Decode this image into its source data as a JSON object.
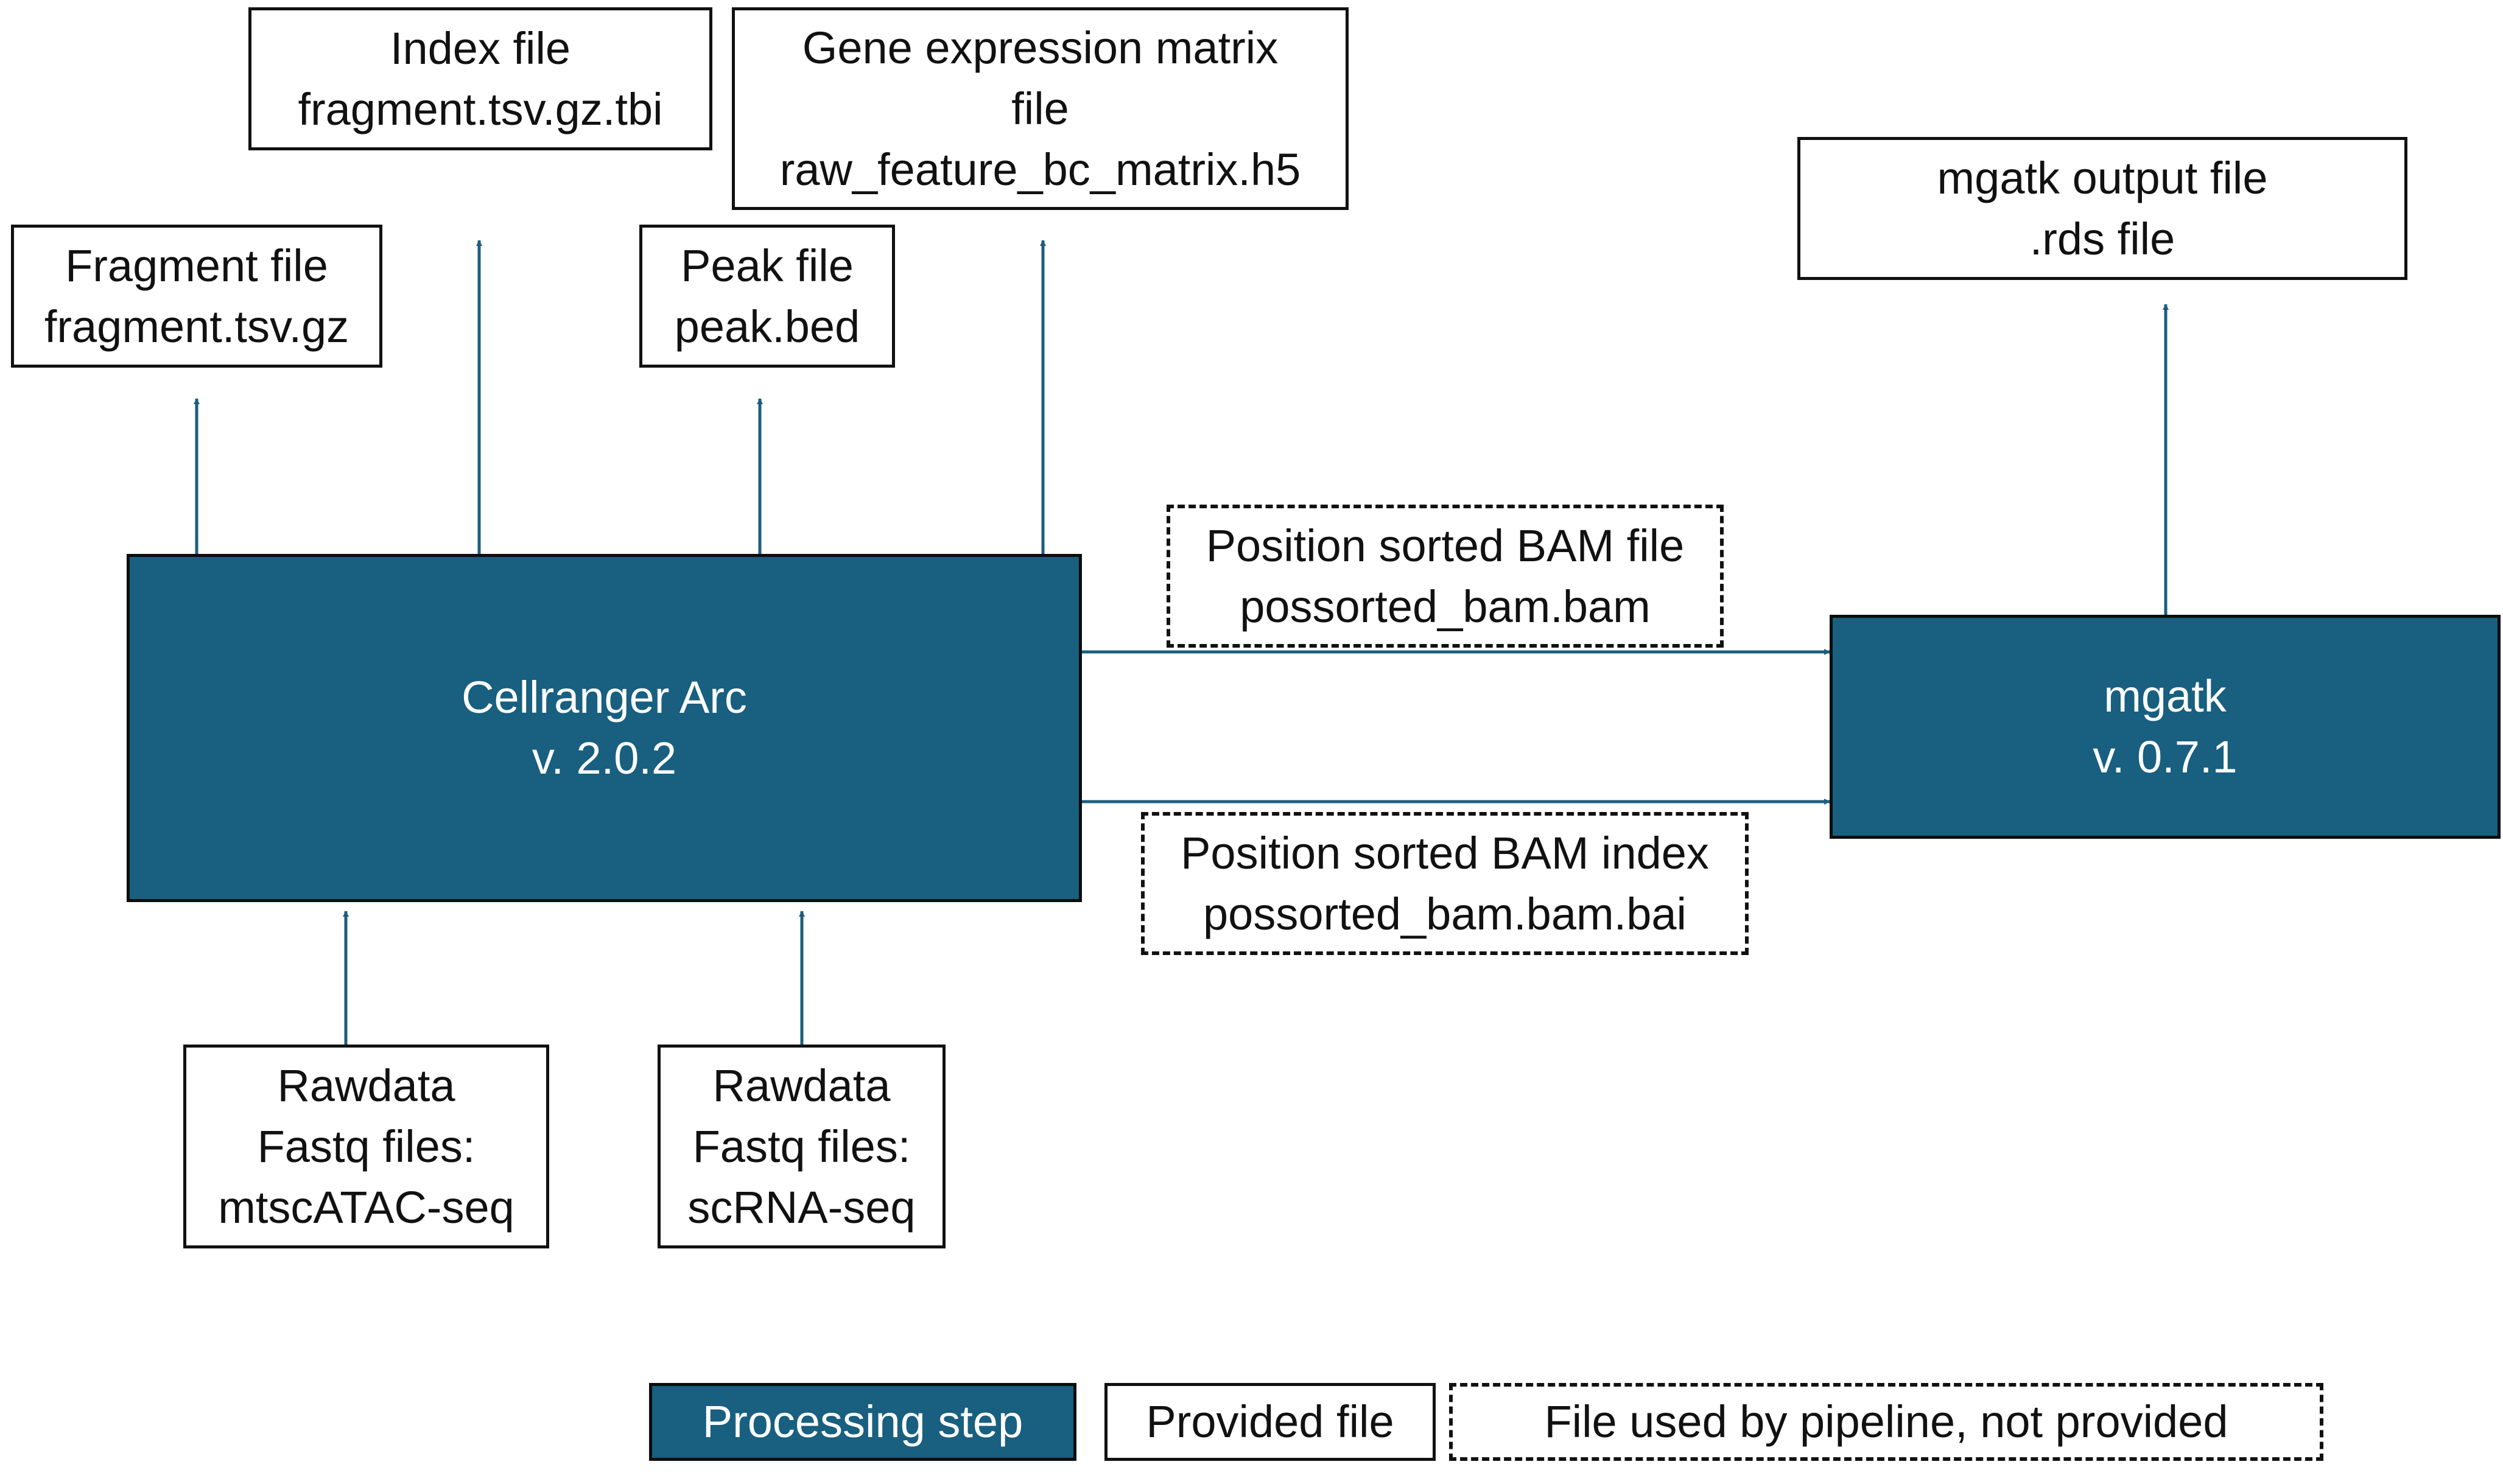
{
  "boxes": {
    "index_file": {
      "line1": "Index file",
      "line2": "fragment.tsv.gz.tbi"
    },
    "gene_expression": {
      "line1": "Gene expression matrix",
      "line2": "file",
      "line3": "raw_feature_bc_matrix.h5"
    },
    "fragment_file": {
      "line1": "Fragment file",
      "line2": "fragment.tsv.gz"
    },
    "peak_file": {
      "line1": "Peak file",
      "line2": "peak.bed"
    },
    "mgatk_output": {
      "line1": "mgatk output file",
      "line2": ".rds file"
    },
    "cellranger": {
      "line1": "Cellranger Arc",
      "line2": "v. 2.0.2"
    },
    "mgatk": {
      "line1": "mgatk",
      "line2": "v. 0.7.1"
    },
    "bam_file": {
      "line1": "Position sorted BAM file",
      "line2": "possorted_bam.bam"
    },
    "bam_index": {
      "line1": "Position sorted BAM index",
      "line2": "possorted_bam.bam.bai"
    },
    "rawdata_atac": {
      "line1": "Rawdata",
      "line2": "Fastq files:",
      "line3": "mtscATAC-seq"
    },
    "rawdata_rna": {
      "line1": "Rawdata",
      "line2": "Fastq files:",
      "line3": "scRNA-seq"
    }
  },
  "legend": {
    "processing_step": "Processing step",
    "provided_file": "Provided file",
    "not_provided": "File used by pipeline, not provided"
  },
  "colors": {
    "processing": "#185f80",
    "arrow": "#1b5e7e",
    "border": "#111111"
  }
}
